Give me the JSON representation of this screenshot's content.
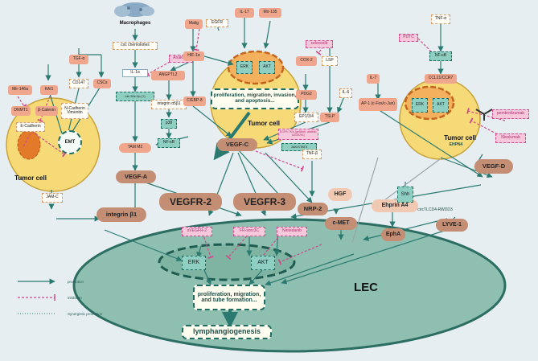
{
  "labels": {
    "macrophages": "Macrophages",
    "cxc_chemokines": "cxc chemokines",
    "il1a": "IL-1α",
    "anakinra": "Anakinra",
    "mir30e": "mir-30e-5p (?)",
    "tam_m2": "TAM M2",
    "malig": "Malig",
    "egfr": "EGFR",
    "hif1a": "HIF-1α",
    "angptl2": "ANGPTL2",
    "integrin_a5b1": "integrin α5β1",
    "p38": "p38",
    "nfkb_left": "NF-κB",
    "cebp": "C/EBP-δ",
    "il17": "IL-17",
    "mir135": "Mir-135",
    "erk_tumor1": "ERK",
    "akt_tumor1": "AKT",
    "tumor_box1": "proliferation, migration, invasion, and apoptosis...",
    "tumor_cell_1": "Tumor cell",
    "celecoxib": "celecoxib",
    "cox2": "COX-2",
    "pdg2": "PDG2",
    "ep1234": "EP1/3/4",
    "lsp": "LSP",
    "il6": "IL-6",
    "tslp": "TSLP",
    "mir146a": "Mir-146a",
    "kai1": "KAI1",
    "tgfa": "TGF-α",
    "cd147": "CD147",
    "cscs": "CSCs",
    "dnmt1": "DNMT1",
    "bcatenin": "β-Catenin",
    "ncadherin": "N-Cadherin Vimentin",
    "ecadherin": "E-Cadherin",
    "emt": "EMT",
    "tumor_cell_left": "Tumor cell",
    "vegfa": "VEGF-A",
    "vegfc": "VEGF-C",
    "drug_note": "EGFR-TKIs (gefitinib, afatinib, AZD9291)",
    "jak_stat": "JAK/STAT3",
    "tnfb": "TNF-β",
    "pdtc": "PDTC",
    "tnfa": "TNF-α",
    "nfkb_right": "NF-κB",
    "ap1": "AP-1 (c-Fos/c-Jun)",
    "il7": "IL-7",
    "ccl21": "CCL21/CCR7",
    "erk_tumor2": "ERK",
    "akt_tumor2": "AKT",
    "tumor_cell_2": "Tumor cell",
    "ehpn4": "EHPN4",
    "pembrolizumab": "pembrolizumab",
    "nivolumab": "Nivolumab",
    "vegfd": "VEGF-D",
    "jamc": "JAM-C",
    "integrin_b1": "integrin β1",
    "vegfr2": "VEGFR-2",
    "vegfr3": "VEGFR-3",
    "svegfr2": "sVEGFR-2",
    "fr_scell": "FR-sorc3C",
    "nintedanib": "Nintedanib",
    "nrp2": "NRP-2",
    "hgf": "HGF",
    "cmet": "c-MET",
    "ephrin_a4": "Ehprin A4",
    "epha": "EphA",
    "shh": "Shh",
    "circtlcd4": "circTLCD4-RWDD3",
    "lyve1": "LYVE-1",
    "erk_lec": "ERK",
    "akt_lec": "AKT",
    "lec_box": "proliferation, migration, and tube formation...",
    "lec": "LEC",
    "lymphangiogenesis": "lymphangiogenesis"
  },
  "legend": {
    "promotion": "promotion",
    "inhibition": "inhibition",
    "synergistic": "Synergistic promotion"
  },
  "colors": {
    "background": "#e6eef2",
    "lec_fill": "#8fbfb0",
    "teal_dark": "#2a7a70",
    "salmon_box": "#f0a68c",
    "pink_drug": "#f7c7dc",
    "yellow_cell": "#f6da78",
    "orange_nucleus": "#e27a2a",
    "receptor_brown": "#c48e75",
    "inhibition_pink": "#d14a8b"
  }
}
